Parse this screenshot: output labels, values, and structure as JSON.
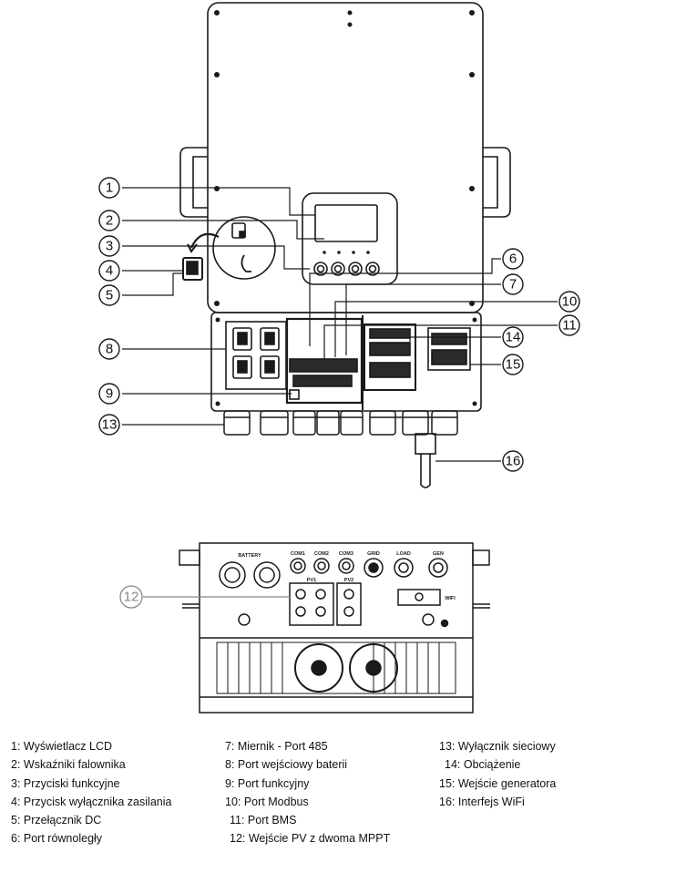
{
  "callouts": [
    "1",
    "2",
    "3",
    "4",
    "5",
    "6",
    "7",
    "8",
    "9",
    "10",
    "11",
    "12",
    "13",
    "14",
    "15",
    "16"
  ],
  "bottom_view": {
    "ports": [
      "BATTERY",
      "COM1",
      "COM2",
      "COM3",
      "GRID",
      "LOAD",
      "GEN"
    ],
    "pv_groups": [
      "PV1",
      "PV2"
    ],
    "wifi": "WIFI"
  },
  "legend": {
    "col1": [
      "1: Wyświetlacz LCD",
      "2: Wskaźniki falownika",
      "3: Przyciski funkcyjne",
      "4: Przycisk wyłącznika zasilania",
      "5: Przełącznik DC",
      "6: Port równoległy"
    ],
    "col2": [
      "7: Miernik - Port 485",
      "8: Port wejściowy baterii",
      "9: Port funkcyjny",
      "10: Port Modbus",
      "11: Port BMS",
      "12: Wejście PV z dwoma MPPT"
    ],
    "col3": [
      "13: Wyłącznik sieciowy",
      "14: Obciążenie",
      "15: Wejście generatora",
      "16: Interfejs WiFi"
    ]
  },
  "colors": {
    "line": "#1a1a1a",
    "callout_12": "#888888",
    "background": "#ffffff"
  }
}
